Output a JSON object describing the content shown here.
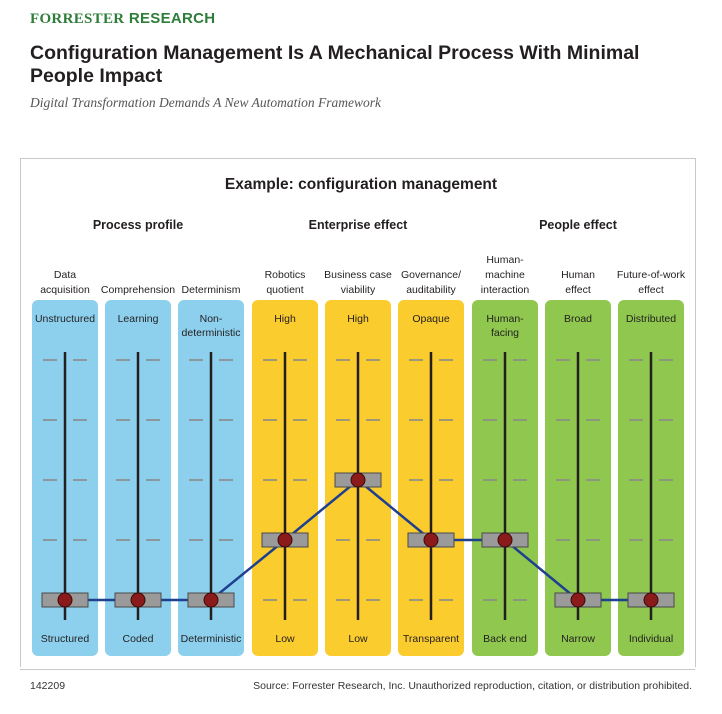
{
  "brand": {
    "forrester": "FORRESTER",
    "research": "RESEARCH"
  },
  "header": {
    "title": "Configuration Management Is A Mechanical Process With Minimal People Impact",
    "subtitle": "Digital Transformation Demands A New Automation Framework"
  },
  "footer": {
    "id": "142209",
    "source": "Source: Forrester Research, Inc. Unauthorized reproduction, citation, or distribution prohibited."
  },
  "colors": {
    "process": "#8dd0ee",
    "enterprise": "#fbcc2d",
    "people": "#8fc74f",
    "connector": "#1f3f8f",
    "marker": "#8b1a1a",
    "brand": "#2e7d3a"
  },
  "chart_data": {
    "type": "line",
    "title": "Example: configuration management",
    "groups": [
      {
        "name": "Process profile",
        "columns": [
          0,
          1,
          2
        ],
        "color": "#8dd0ee"
      },
      {
        "name": "Enterprise effect",
        "columns": [
          3,
          4,
          5
        ],
        "color": "#fbcc2d"
      },
      {
        "name": "People effect",
        "columns": [
          6,
          7,
          8
        ],
        "color": "#8fc74f"
      }
    ],
    "categories": [
      {
        "header": [
          "Data",
          "acquisition"
        ],
        "high": [
          "Unstructured"
        ],
        "low": "Structured"
      },
      {
        "header": [
          "Comprehension"
        ],
        "high": [
          "Learning"
        ],
        "low": "Coded"
      },
      {
        "header": [
          "Determinism"
        ],
        "high": [
          "Non-",
          "deterministic"
        ],
        "low": "Deterministic"
      },
      {
        "header": [
          "Robotics",
          "quotient"
        ],
        "high": [
          "High"
        ],
        "low": "Low"
      },
      {
        "header": [
          "Business case",
          "viability"
        ],
        "high": [
          "High"
        ],
        "low": "Low"
      },
      {
        "header": [
          "Governance/",
          "auditability"
        ],
        "high": [
          "Opaque"
        ],
        "low": "Transparent"
      },
      {
        "header": [
          "Human-",
          "machine",
          "interaction"
        ],
        "high": [
          "Human-",
          "facing"
        ],
        "low": "Back end"
      },
      {
        "header": [
          "Human",
          "effect"
        ],
        "high": [
          "Broad"
        ],
        "low": "Narrow"
      },
      {
        "header": [
          "Future-of-work",
          "effect"
        ],
        "high": [
          "Distributed"
        ],
        "low": "Individual"
      }
    ],
    "scale": {
      "levels": 5,
      "min": 1,
      "max": 5
    },
    "values": [
      1,
      1,
      1,
      2,
      3,
      2,
      2,
      1,
      1
    ]
  }
}
